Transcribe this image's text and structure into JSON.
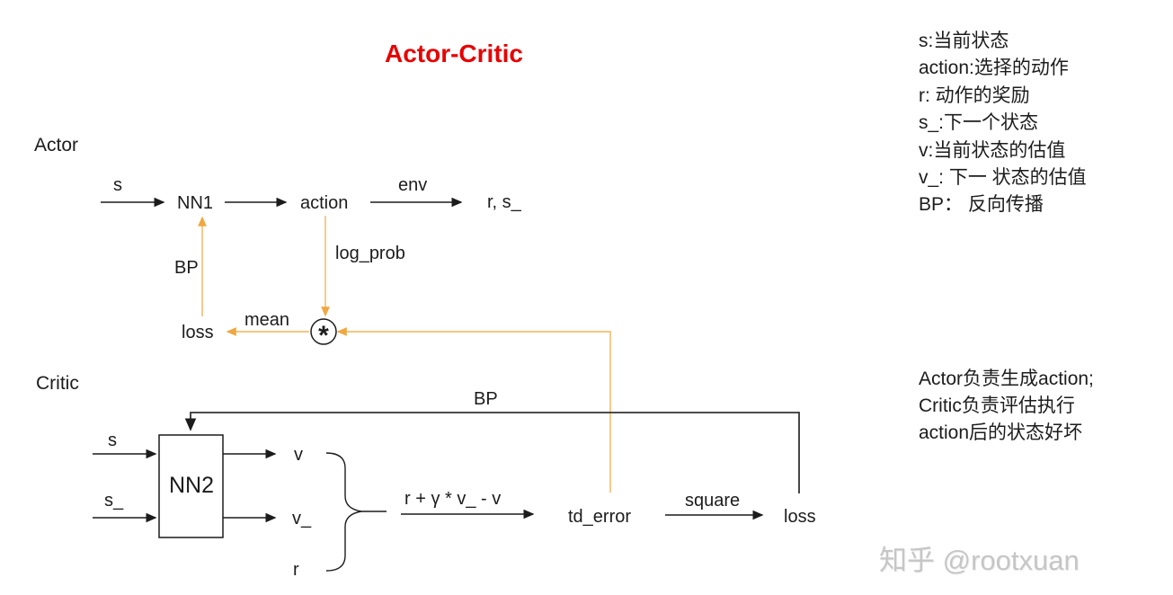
{
  "title": "Actor-Critic",
  "colors": {
    "title_red": "#e60404",
    "ink": "#1c1c1c",
    "line_gray": "#333333",
    "orange": "#f0a73f",
    "orange_line": "#f2b45a",
    "watermark": "#c6c6c6"
  },
  "legend": {
    "lines": [
      "s:当前状态",
      "action:选择的动作",
      "r: 动作的奖励",
      "s_:下一个状态",
      "v:当前状态的估值",
      "v_: 下一 状态的估值",
      "BP： 反向传播"
    ]
  },
  "note": {
    "lines": [
      "Actor负责生成action;",
      "Critic负责评估执行",
      "action后的状态好坏"
    ]
  },
  "watermark": "知乎 @rootxuan",
  "actor": {
    "section_label": "Actor",
    "s_label": "s",
    "nn1_label": "NN1",
    "action_label": "action",
    "env_label": "env",
    "reward_next_state_label": "r, s_",
    "log_prob_label": "log_prob",
    "bp_label": "BP",
    "loss_label": "loss",
    "mean_label": "mean",
    "multiply_symbol": "*"
  },
  "critic": {
    "section_label": "Critic",
    "bp_label": "BP",
    "s_label": "s",
    "s_next_label": "s_",
    "nn2_label": "NN2",
    "v_label": "v",
    "v_next_label": "v_",
    "r_label": "r",
    "formula_label": "r + γ * v_ - v",
    "td_error_label": "td_error",
    "square_label": "square",
    "loss_label": "loss"
  }
}
